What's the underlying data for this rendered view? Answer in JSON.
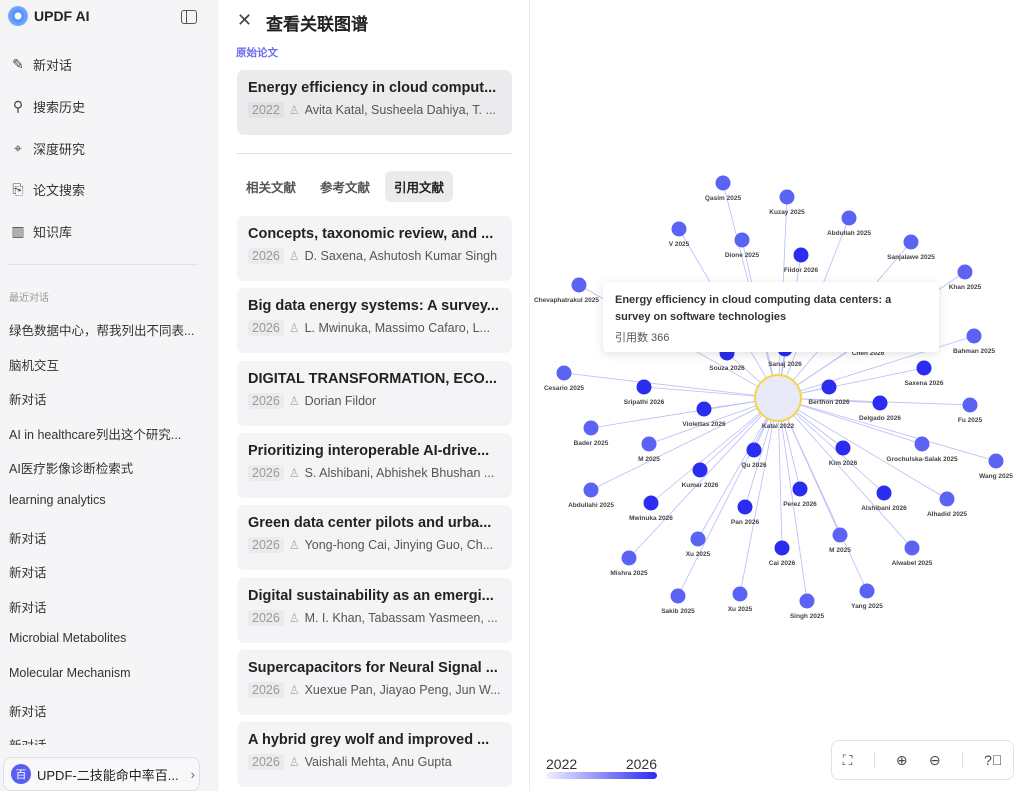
{
  "sidebar": {
    "brand": "UPDF AI",
    "nav": [
      {
        "label": "新对话",
        "icon": "edit-icon"
      },
      {
        "label": "搜索历史",
        "icon": "search-icon"
      },
      {
        "label": "深度研究",
        "icon": "telescope-icon"
      },
      {
        "label": "论文搜索",
        "icon": "paper-search-icon"
      },
      {
        "label": "知识库",
        "icon": "library-icon"
      }
    ],
    "recent_heading": "最近对话",
    "recent": [
      "绿色数据中心，帮我列出不同表...",
      "脑机交互",
      "新对话",
      "AI in healthcare列出这个研究...",
      "AI医疗影像诊断检索式",
      "learning analytics",
      "新对话",
      "新对话",
      "新对话",
      "Microbial Metabolites",
      "Molecular Mechanism",
      "新对话",
      "新对话"
    ],
    "knowledge_base": {
      "avatar": "百",
      "label": "UPDF-二技能命中率百..."
    }
  },
  "panel": {
    "title": "查看关联图谱",
    "original_label": "原始论文",
    "original": {
      "title": "Energy efficiency in cloud comput...",
      "year": "2022",
      "authors": "Avita Katal, Susheela Dahiya, T. ..."
    },
    "tabs": [
      {
        "label": "相关文献",
        "active": false
      },
      {
        "label": "参考文献",
        "active": false
      },
      {
        "label": "引用文献",
        "active": true
      }
    ],
    "papers": [
      {
        "title": "Concepts, taxonomic review, and ...",
        "year": "2026",
        "authors": "D. Saxena, Ashutosh Kumar Singh"
      },
      {
        "title": "Big data energy systems: A survey...",
        "year": "2026",
        "authors": "L. Mwinuka, Massimo Cafaro, L..."
      },
      {
        "title": "DIGITAL TRANSFORMATION, ECO...",
        "year": "2026",
        "authors": "Dorian Fildor"
      },
      {
        "title": "Prioritizing interoperable AI-drive...",
        "year": "2026",
        "authors": "S. Alshibani, Abhishek Bhushan ..."
      },
      {
        "title": "Green data center pilots and urba...",
        "year": "2026",
        "authors": "Yong-hong Cai, Jinying Guo, Ch..."
      },
      {
        "title": "Digital sustainability as an emergi...",
        "year": "2026",
        "authors": "M. I. Khan, Tabassam Yasmeen, ..."
      },
      {
        "title": "Supercapacitors for Neural Signal ...",
        "year": "2026",
        "authors": "Xuexue Pan, Jiayao Peng, Jun W..."
      },
      {
        "title": "A hybrid grey wolf and improved ...",
        "year": "2026",
        "authors": "Vaishali Mehta, Anu Gupta"
      }
    ]
  },
  "graph": {
    "colors": {
      "2025": "#5b63f5",
      "2026": "#2a2cf0",
      "center": "#e8eaf8",
      "center_stroke": "#f2d64b",
      "edge": "#b9bcf7"
    },
    "center": {
      "label": "Katal 2022"
    },
    "nodes": [
      {
        "label": "Qasim 2025",
        "year": 2025
      },
      {
        "label": "Kuzay 2025",
        "year": 2025
      },
      {
        "label": "Abdullah 2025",
        "year": 2025
      },
      {
        "label": "V 2025",
        "year": 2025
      },
      {
        "label": "Dione 2025",
        "year": 2025
      },
      {
        "label": "Fildor 2026",
        "year": 2026
      },
      {
        "label": "Sanjalawe 2025",
        "year": 2025
      },
      {
        "label": "Khan 2025",
        "year": 2025
      },
      {
        "label": "Chevaphatrakul 2025",
        "year": 2025
      },
      {
        "label": "Bahman 2025",
        "year": 2025
      },
      {
        "label": "Souza 2026",
        "year": 2026
      },
      {
        "label": "Sanaj 2026",
        "year": 2026
      },
      {
        "label": "Chen 2026",
        "year": 2026
      },
      {
        "label": "Saxena 2026",
        "year": 2026
      },
      {
        "label": "Cesario 2025",
        "year": 2025
      },
      {
        "label": "Sripathi 2026",
        "year": 2026
      },
      {
        "label": "Berthon 2026",
        "year": 2026
      },
      {
        "label": "Delgado 2026",
        "year": 2026
      },
      {
        "label": "Fu 2025",
        "year": 2025
      },
      {
        "label": "Violettas 2026",
        "year": 2026
      },
      {
        "label": "Bader 2025",
        "year": 2025
      },
      {
        "label": "M 2025",
        "year": 2025
      },
      {
        "label": "Qu 2026",
        "year": 2026
      },
      {
        "label": "Kim 2026",
        "year": 2026
      },
      {
        "label": "Grochulska-Salak 2025",
        "year": 2025
      },
      {
        "label": "Wang 2025",
        "year": 2025
      },
      {
        "label": "Kumar 2026",
        "year": 2026
      },
      {
        "label": "Abdullahi 2025",
        "year": 2025
      },
      {
        "label": "Mwinuka 2026",
        "year": 2026
      },
      {
        "label": "Pan 2026",
        "year": 2026
      },
      {
        "label": "Perez 2026",
        "year": 2026
      },
      {
        "label": "Alshibani 2026",
        "year": 2026
      },
      {
        "label": "Alhadid 2025",
        "year": 2025
      },
      {
        "label": "Xu 2025",
        "year": 2025
      },
      {
        "label": "Cai 2026",
        "year": 2026
      },
      {
        "label": "M 2025",
        "year": 2025
      },
      {
        "label": "Alwabel 2025",
        "year": 2025
      },
      {
        "label": "Mishra 2025",
        "year": 2025
      },
      {
        "label": "Sakib 2025",
        "year": 2025
      },
      {
        "label": "Xu 2025",
        "year": 2025
      },
      {
        "label": "Singh 2025",
        "year": 2025
      },
      {
        "label": "Yang 2025",
        "year": 2025
      }
    ],
    "tooltip": {
      "title": "Energy efficiency in cloud computing data centers: a survey on software technologies",
      "citations": "引用数 366"
    },
    "legend": {
      "min": "2022",
      "max": "2026"
    },
    "controls": [
      {
        "name": "fit-view-icon",
        "glyph": "⛶"
      },
      {
        "name": "zoom-in-icon",
        "glyph": "⊕"
      },
      {
        "name": "zoom-out-icon",
        "glyph": "⊖"
      },
      {
        "name": "help-icon",
        "glyph": "?⃝"
      }
    ]
  }
}
